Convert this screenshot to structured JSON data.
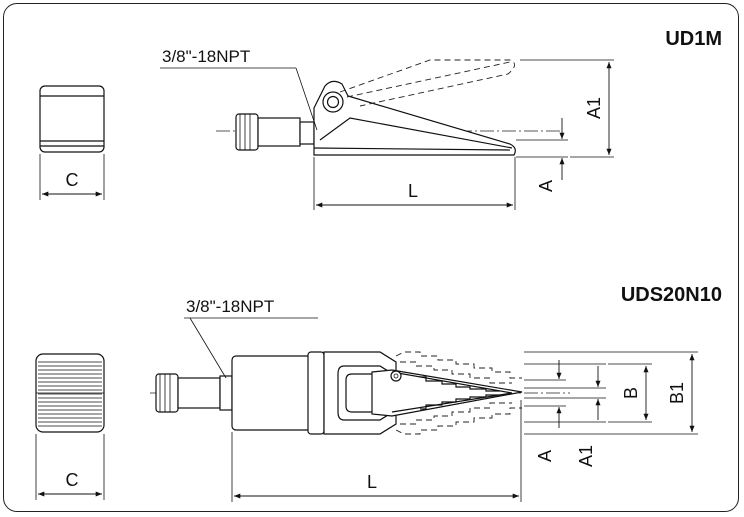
{
  "diagrams": {
    "top": {
      "model": "UD1M",
      "port_label": "3/8\"-18NPT",
      "dim_c": "C",
      "dim_l": "L",
      "dim_a": "A",
      "dim_a1": "A1"
    },
    "bottom": {
      "model": "UDS20N10",
      "port_label": "3/8\"-18NPT",
      "dim_c": "C",
      "dim_l": "L",
      "dim_a": "A",
      "dim_a1": "A1",
      "dim_b": "B",
      "dim_b1": "B1"
    }
  }
}
